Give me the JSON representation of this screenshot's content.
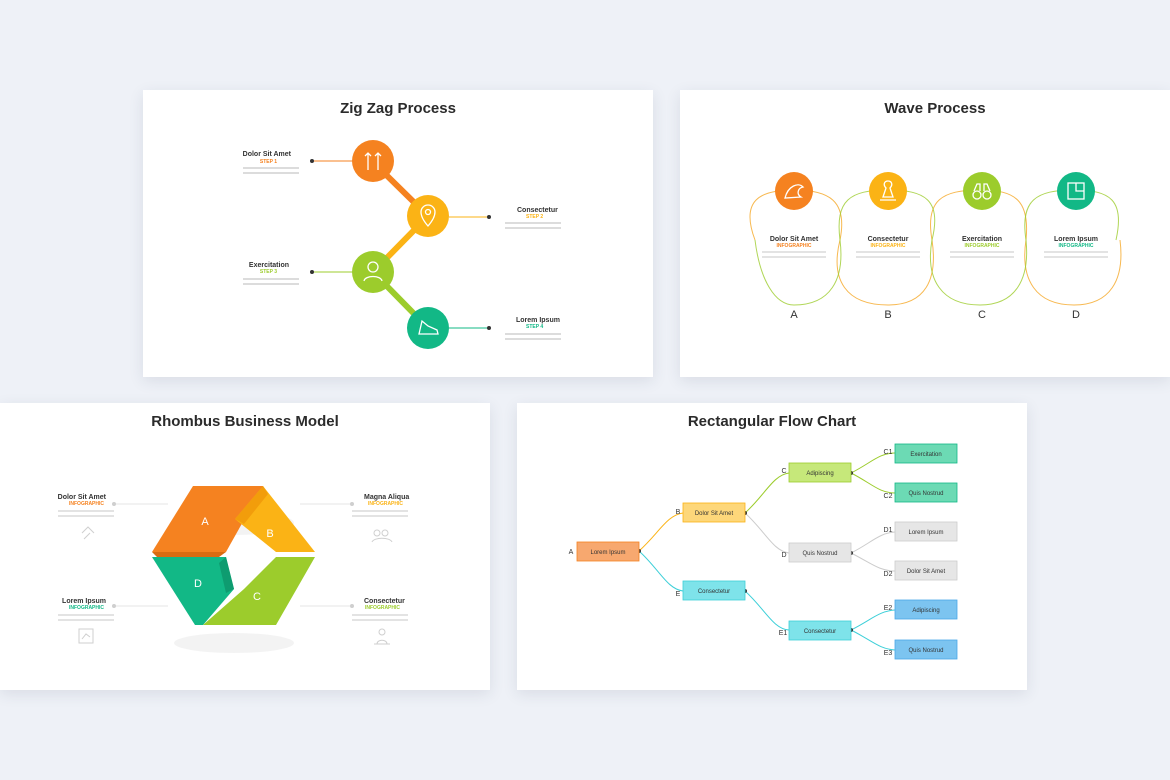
{
  "colors": {
    "orange": "#f58220",
    "amber": "#fbb315",
    "lime": "#9ccc2c",
    "green": "#12b886",
    "cyan": "#3ccfd8",
    "blue": "#4aa8e8",
    "grey": "#e0e0e0"
  },
  "zigzag": {
    "title": "Zig Zag Process",
    "steps": [
      {
        "label": "Dolor Sit Amet",
        "sub": "STEP 1"
      },
      {
        "label": "Consectetur",
        "sub": "STEP 2"
      },
      {
        "label": "Exercitation",
        "sub": "STEP 3"
      },
      {
        "label": "Lorem Ipsum",
        "sub": "STEP 4"
      }
    ]
  },
  "wave": {
    "title": "Wave Process",
    "items": [
      {
        "label": "Dolor Sit Amet",
        "sub": "INFOGRAPHIC",
        "letter": "A"
      },
      {
        "label": "Consectetur",
        "sub": "INFOGRAPHIC",
        "letter": "B"
      },
      {
        "label": "Exercitation",
        "sub": "INFOGRAPHIC",
        "letter": "C"
      },
      {
        "label": "Lorem Ipsum",
        "sub": "INFOGRAPHIC",
        "letter": "D"
      }
    ]
  },
  "rhombus": {
    "title": "Rhombus Business Model",
    "segments": [
      {
        "letter": "A",
        "label": "Dolor Sit Amet",
        "sub": "INFOGRAPHIC"
      },
      {
        "letter": "B",
        "label": "Magna Aliqua",
        "sub": "INFOGRAPHIC"
      },
      {
        "letter": "C",
        "label": "Consectetur",
        "sub": "INFOGRAPHIC"
      },
      {
        "letter": "D",
        "label": "Lorem Ipsum",
        "sub": "INFOGRAPHIC"
      }
    ]
  },
  "flow": {
    "title": "Rectangular Flow Chart",
    "nodes": {
      "A": {
        "letter": "A",
        "label": "Lorem Ipsum"
      },
      "B": {
        "letter": "B",
        "label": "Dolor Sit Amet"
      },
      "E": {
        "letter": "E",
        "label": "Consectetur"
      },
      "C": {
        "letter": "C",
        "label": "Adipiscing"
      },
      "D": {
        "letter": "D",
        "label": "Quis Nostrud"
      },
      "E1": {
        "letter": "E1",
        "label": "Consectetur"
      },
      "C1": {
        "letter": "C1",
        "label": "Exercitation"
      },
      "C2": {
        "letter": "C2",
        "label": "Quis Nostrud"
      },
      "D1": {
        "letter": "D1",
        "label": "Lorem Ipsum"
      },
      "D2": {
        "letter": "D2",
        "label": "Dolor Sit Amet"
      },
      "E2": {
        "letter": "E2",
        "label": "Adipiscing"
      },
      "E3": {
        "letter": "E3",
        "label": "Quis Nostrud"
      }
    }
  }
}
